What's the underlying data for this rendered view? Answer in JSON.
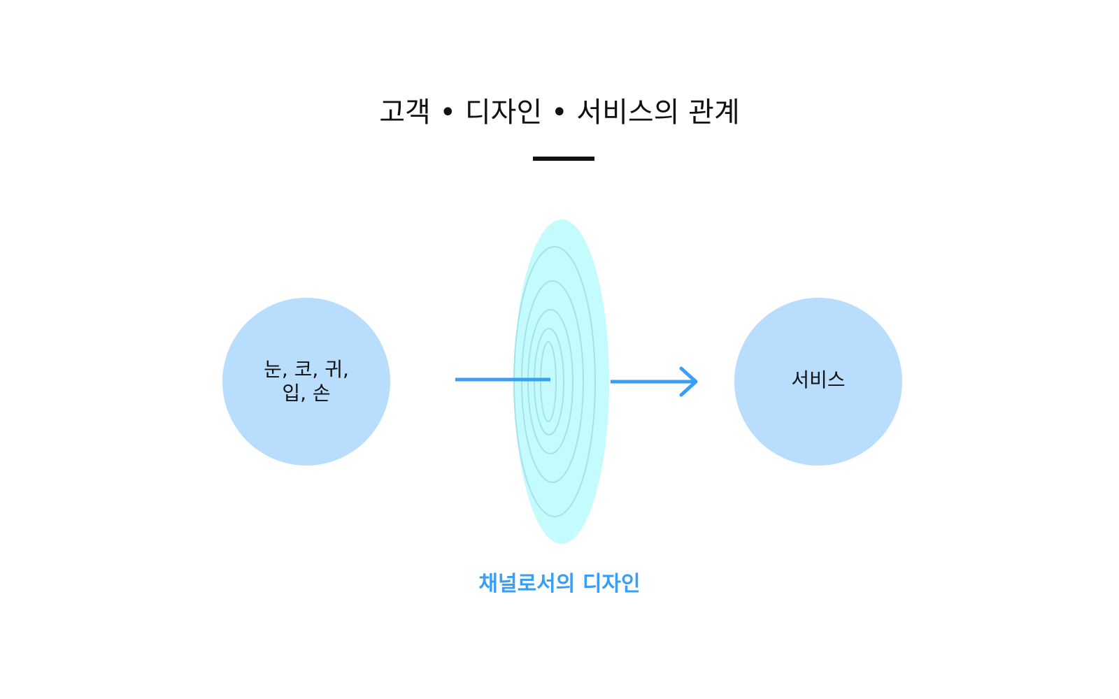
{
  "title": "고객 • 디자인 • 서비스의 관계",
  "nodes": {
    "left": {
      "line1": "눈, 코, 귀,",
      "line2": "입, 손"
    },
    "right": {
      "label": "서비스"
    }
  },
  "channel": {
    "caption": "채널로서의 디자인"
  },
  "colors": {
    "circle_fill": "#b9ddfd",
    "channel_fill": "#c4fbfd",
    "channel_rings": "#a7e2ea",
    "arrow": "#3a9ef5",
    "caption": "#3a9ef5",
    "title": "#111111",
    "underline": "#111111"
  },
  "icons": {
    "arrow": "right-arrow-icon"
  }
}
